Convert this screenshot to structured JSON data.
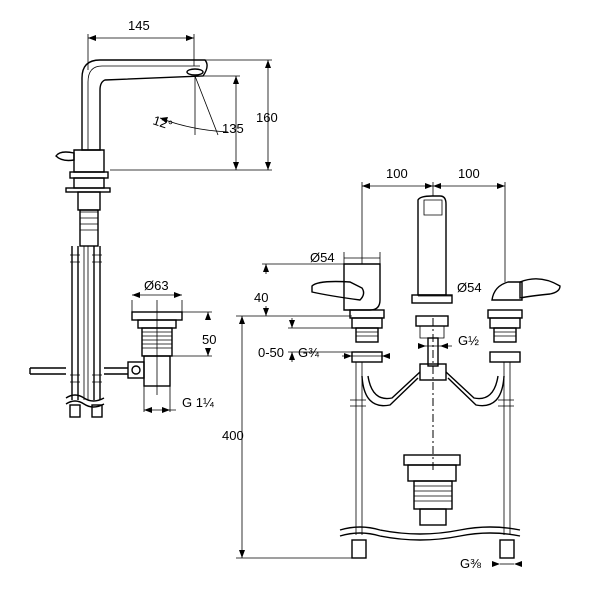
{
  "dimensions": {
    "spout_reach": "145",
    "total_height": "160",
    "spout_height": "135",
    "spout_angle": "12°",
    "waste_diameter": "Ø63",
    "waste_height": "50",
    "waste_thread": "G 1¼",
    "handle_spacing_left": "100",
    "handle_spacing_right": "100",
    "handle_diameter_left": "Ø54",
    "handle_diameter_right": "Ø54",
    "handle_height": "40",
    "deck_thickness": "0-50",
    "valve_thread": "G¾",
    "spout_thread": "G½",
    "hose_length": "400",
    "supply_thread": "G⅜"
  }
}
